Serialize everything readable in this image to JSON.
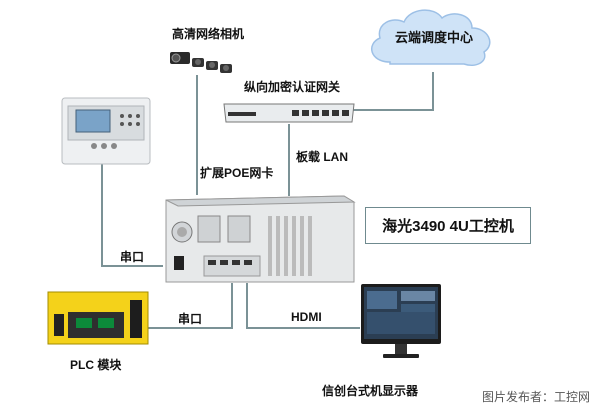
{
  "cloud": {
    "label": "云端调度中心"
  },
  "nodes": {
    "camera": "高清网络相机",
    "gateway": "纵向加密认证网关",
    "poe_card": "扩展POE网卡",
    "lan": "板载 LAN",
    "ipc": "海光3490 4U工控机",
    "serial_hmi": "串口",
    "serial_plc": "串口",
    "hdmi": "HDMI",
    "plc": "PLC 模块",
    "monitor": "信创台式机显示器"
  },
  "watermark": "图片发布者：工控网",
  "colors": {
    "line": "#7b9296",
    "cloud": "#cfe3f7",
    "plc": "#f4d21a"
  }
}
